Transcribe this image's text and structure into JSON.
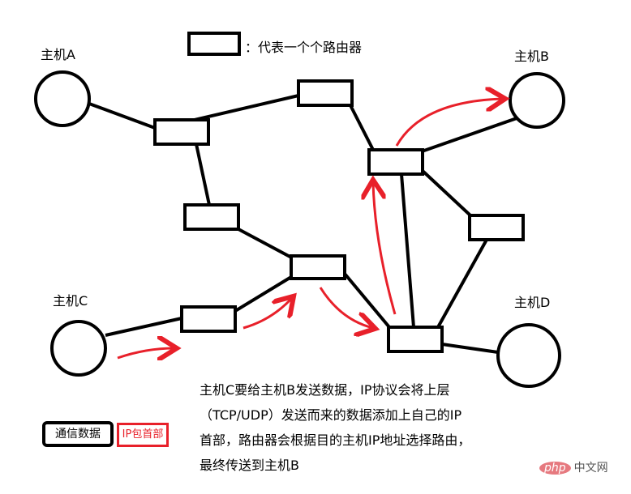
{
  "hosts": {
    "a": "主机A",
    "b": "主机B",
    "c": "主机C",
    "d": "主机D"
  },
  "legend": {
    "router_desc": "：代表一个个路由器",
    "data_label": "通信数据",
    "header_label": "IP包首部"
  },
  "description": [
    "主机C要给主机B发送数据，IP协议会将上层",
    "（TCP/UDP）发送而来的数据添加上自己的IP",
    "首部，路由器会根据目的主机IP地址选择路由，",
    "最终传送到主机B"
  ],
  "watermark": {
    "brand": "php",
    "site": "中文网"
  },
  "colors": {
    "arrow": "#e8202a",
    "line": "#000000"
  }
}
